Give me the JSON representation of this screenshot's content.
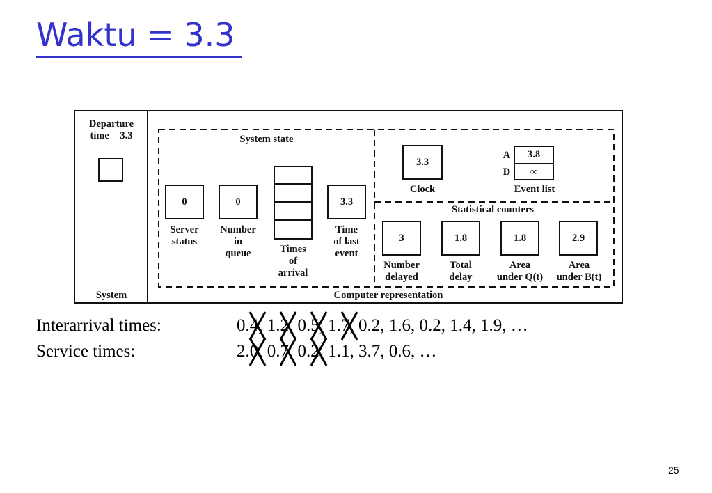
{
  "slide": {
    "title": "Waktu = 3.3",
    "page_number": "25",
    "title_color": "#3333cc"
  },
  "figure": {
    "system": {
      "departure_label": "Departure\ntime = 3.3",
      "label": "System"
    },
    "system_state": {
      "label": "System state",
      "server_status": {
        "value": "0",
        "label": "Server\nstatus"
      },
      "number_in_queue": {
        "value": "0",
        "label": "Number\nin\nqueue"
      },
      "times_of_arrival": {
        "label": "Times\nof\narrival",
        "cells": 4
      },
      "time_of_last_event": {
        "value": "3.3",
        "label": "Time\nof last\nevent"
      }
    },
    "clock": {
      "value": "3.3",
      "label": "Clock"
    },
    "event_list": {
      "label": "Event list",
      "rows": [
        {
          "key": "A",
          "value": "3.8"
        },
        {
          "key": "D",
          "value": "∞"
        }
      ]
    },
    "statistical_counters": {
      "label": "Statistical counters",
      "items": [
        {
          "value": "3",
          "label": "Number\ndelayed"
        },
        {
          "value": "1.8",
          "label": "Total\ndelay"
        },
        {
          "value": "1.8",
          "label": "Area\nunder Q(t)"
        },
        {
          "value": "2.9",
          "label": "Area\nunder B(t)"
        }
      ]
    },
    "computer_label": "Computer representation"
  },
  "sequences": {
    "interarrival": {
      "label": "Interarrival times:",
      "values": [
        "0.4",
        "1.2",
        "0.5",
        "1.7",
        "0.2",
        "1.6",
        "0.2",
        "1.4",
        "1.9"
      ],
      "ellipsis": "…",
      "struck_count": 4
    },
    "service": {
      "label": "Service times:",
      "values": [
        "2.0",
        "0.7",
        "0.2",
        "1.1",
        "3.7",
        "0.6"
      ],
      "ellipsis": "…",
      "struck_count": 3
    }
  }
}
